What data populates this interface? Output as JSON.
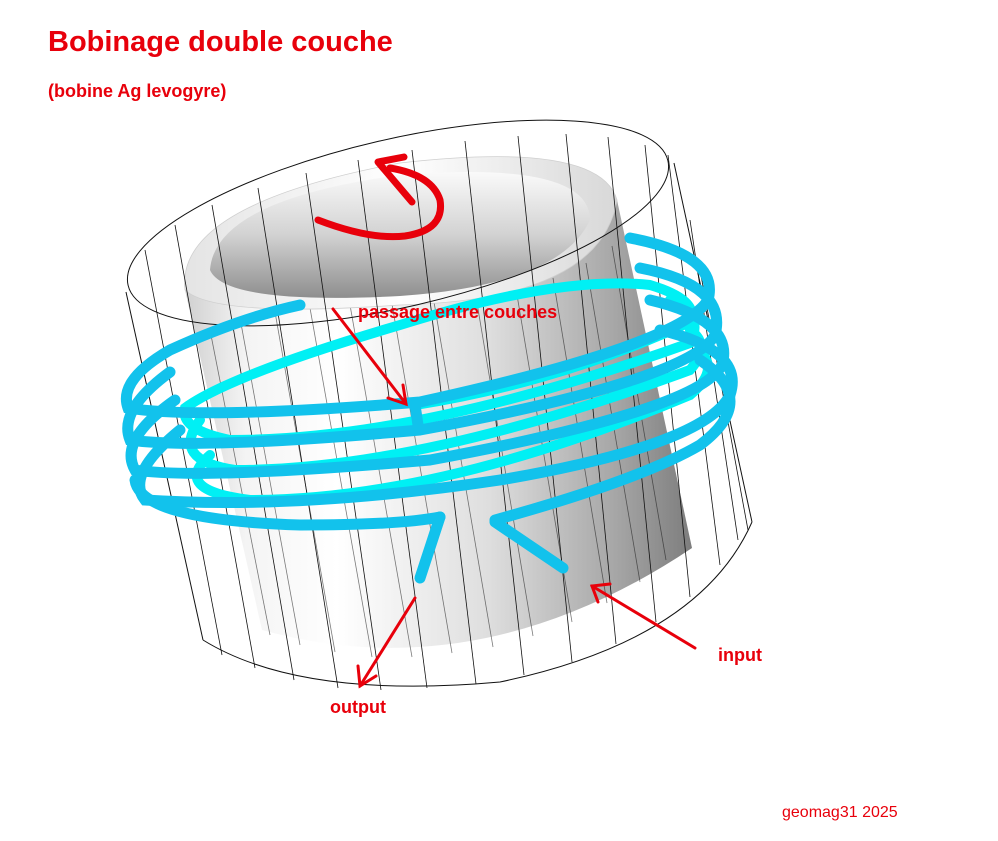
{
  "title": "Bobinage double couche",
  "subtitle": "(bobine Ag levogyre)",
  "labels": {
    "passage": "passage entre couches",
    "input": "input",
    "output": "output"
  },
  "credit": "geomag31 2025",
  "colors": {
    "annotation": "#e8000b",
    "outer_layer_wire": "#12c2ec",
    "inner_layer_wire": "#00f0f4",
    "wireframe": "#111111"
  },
  "icons": {
    "rotation": "counter-clockwise-rotation-arrow-icon"
  }
}
